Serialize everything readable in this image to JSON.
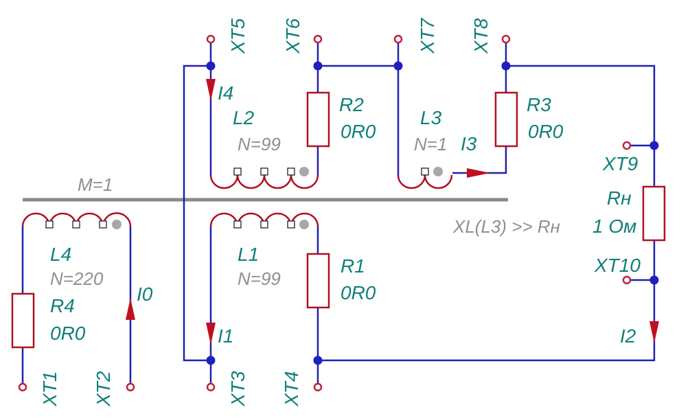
{
  "diagram": {
    "core_label": "M=1",
    "relation_label": "XL(L3) >> Rн",
    "terminals": [
      "XT1",
      "XT2",
      "XT3",
      "XT4",
      "XT5",
      "XT6",
      "XT7",
      "XT8",
      "XT9",
      "XT10"
    ],
    "coils": {
      "L1": {
        "name": "L1",
        "turns": "N=99"
      },
      "L2": {
        "name": "L2",
        "turns": "N=99"
      },
      "L3": {
        "name": "L3",
        "turns": "N=1"
      },
      "L4": {
        "name": "L4",
        "turns": "N=220"
      }
    },
    "resistors": {
      "R1": {
        "name": "R1",
        "value": "0R0"
      },
      "R2": {
        "name": "R2",
        "value": "0R0"
      },
      "R3": {
        "name": "R3",
        "value": "0R0"
      },
      "R4": {
        "name": "R4",
        "value": "0R0"
      },
      "Rn": {
        "name": "Rн",
        "value": "1 Ом"
      }
    },
    "currents": [
      "I0",
      "I1",
      "I2",
      "I3",
      "I4"
    ]
  },
  "colors": {
    "wire": "#2020b0",
    "component": "#b01020",
    "label": "#10807a",
    "gray_label": "#909090",
    "core": "#8a8a8a"
  }
}
